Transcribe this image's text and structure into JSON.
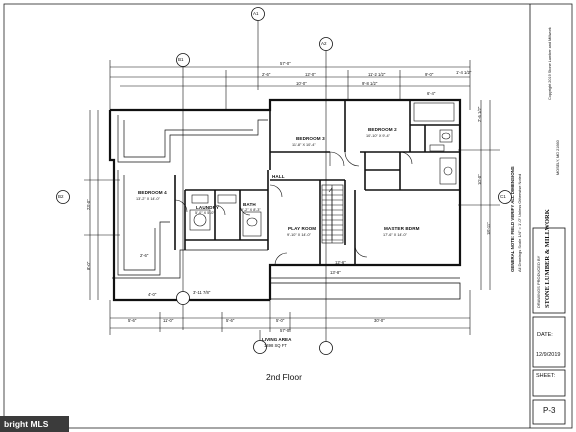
{
  "rooms": {
    "bedroom3": "BEDROOM 3",
    "bedroom3_size": "11'-8\" X 10'-4\"",
    "bedroom2": "BEDROOM 2",
    "bedroom2_size": "10'-10\" X 9'-4\"",
    "bedroom4": "BEDROOM 4",
    "bedroom4_size": "13'-2\" X 14'-0\"",
    "laundry": "LAUNDRY",
    "laundry_size": "5'-0\" X 5'-0\"",
    "bath": "BATH",
    "bath_size": "5'-2\" X 8'-3\"",
    "play_room": "PLAY ROOM",
    "play_room_size": "9'-10\" X 14'-0\"",
    "master_bdrm": "MASTER BDRM",
    "master_bdrm_size": "17'-6\" X 14'-0\"",
    "hall": "HALL"
  },
  "dims": {
    "overall_top": "57'-0\"",
    "overall_bottom": "57'-0\"",
    "top_row": [
      "2'-6\"",
      "12'-0\"",
      "11'-2 1/2\"",
      "9'-0\""
    ],
    "top_row2": [
      "10'-0\"",
      "9'-8 1/2\"",
      "6'-4\""
    ],
    "bottom_row": [
      "5'-6\"",
      "11'-0\"",
      "5'-6\"",
      "5'-0\"",
      "30'-0\""
    ],
    "right_col": [
      "2'-6 1/2\"",
      "18'-11\"",
      "10'-0\""
    ],
    "left_col": [
      "23'-0\"",
      "8'-0\""
    ],
    "small": [
      "4'-0\"",
      "3'-11 7/8\"",
      "12'-6\"",
      "2'-6\"",
      "13'-8\""
    ],
    "top_right": "1'-4 1/2\""
  },
  "grid_markers": [
    "A1",
    "A2",
    "B1",
    "B2",
    "C1"
  ],
  "living_area_label": "LIVING AREA",
  "living_area_value": "1498 SQ FT",
  "floor_title": "2nd Floor",
  "general_note": "GENERAL NOTE: FIELD VERIFY ALL DIMENSIONS",
  "scale_note": "All Drawings Scale 1/4\" = 1'-0\" Unless Otherwise Noted",
  "copyright": "Copyright 2019 Stone Lumber and Millwork",
  "location": "MOSELY, MD 21660",
  "title_block": {
    "drawings_by": "DRAWINGS PRODUCED BY",
    "company": "STONE LUMBER & MILLWORK",
    "date_label": "DATE:",
    "date_value": "12/9/2019",
    "sheet_label": "SHEET:",
    "sheet_value": "P-3"
  },
  "source_badge": "bright MLS"
}
